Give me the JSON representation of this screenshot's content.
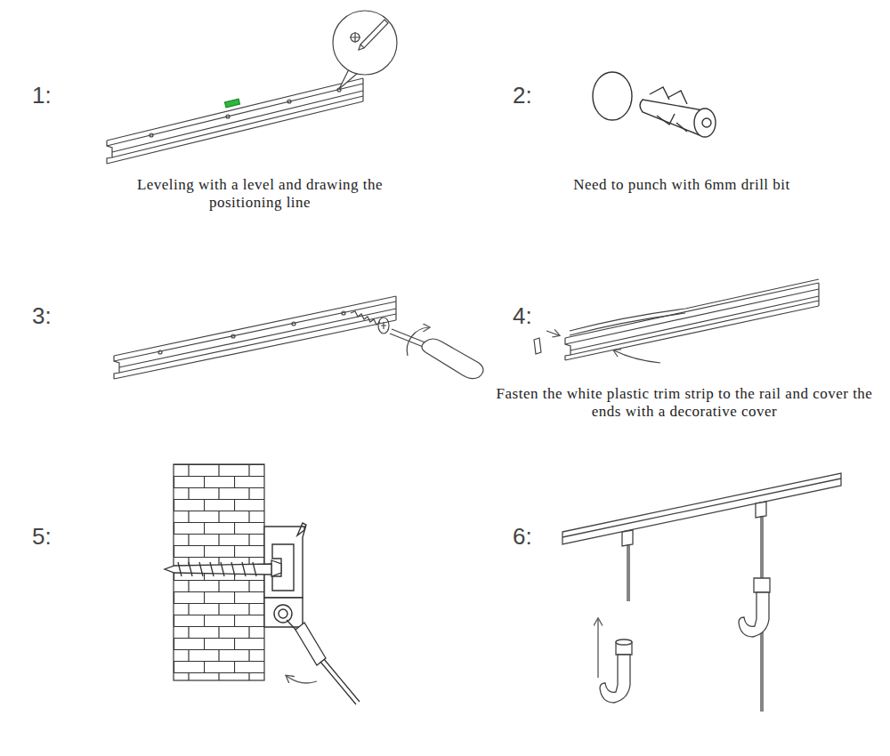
{
  "diagram": {
    "labels": [
      "1:",
      "Leveling with a level and drawing the positioning line",
      "2:",
      "Need to punch with 6mm drill bit",
      "3:",
      "4:",
      "Fasten the white plastic trim strip to the rail and cover the ends with a decorative cover",
      "5:",
      "6:"
    ]
  }
}
